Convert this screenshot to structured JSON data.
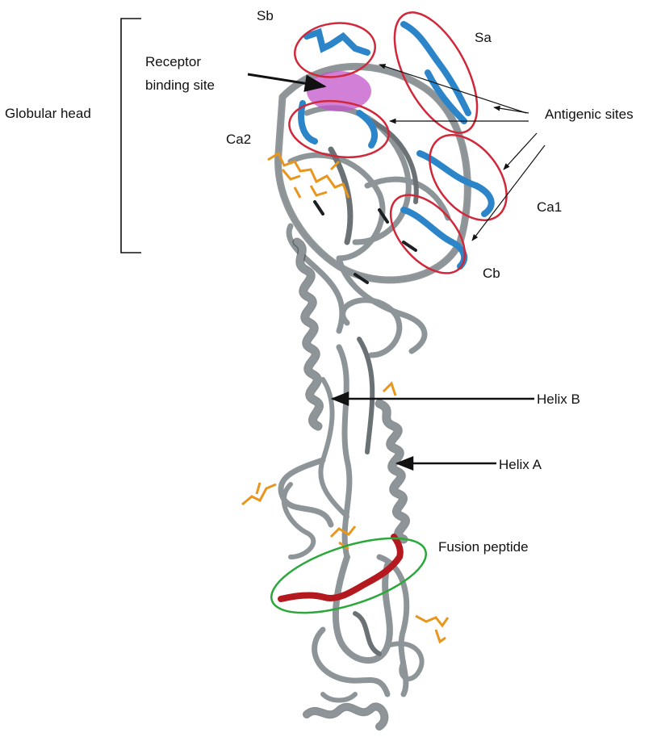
{
  "labels": {
    "globular_head": "Globular head",
    "receptor_line1": "Receptor",
    "receptor_line2": "binding site",
    "sb": "Sb",
    "sa": "Sa",
    "ca2": "Ca2",
    "ca1": "Ca1",
    "cb": "Cb",
    "antigenic_sites": "Antigenic sites",
    "helix_b": "Helix B",
    "helix_a": "Helix A",
    "fusion_peptide": "Fusion peptide"
  },
  "colors": {
    "protein_ribbon": "#8e9599",
    "protein_dark": "#3e4447",
    "antigenic_ribbon": "#2b85c8",
    "antigenic_ellipse": "#d0283a",
    "receptor_site": "#c355c9",
    "glycans": "#e8961e",
    "fusion_peptide_ribbon": "#b3191e",
    "fusion_ellipse": "#2aa83a",
    "arrows": "#111111"
  }
}
